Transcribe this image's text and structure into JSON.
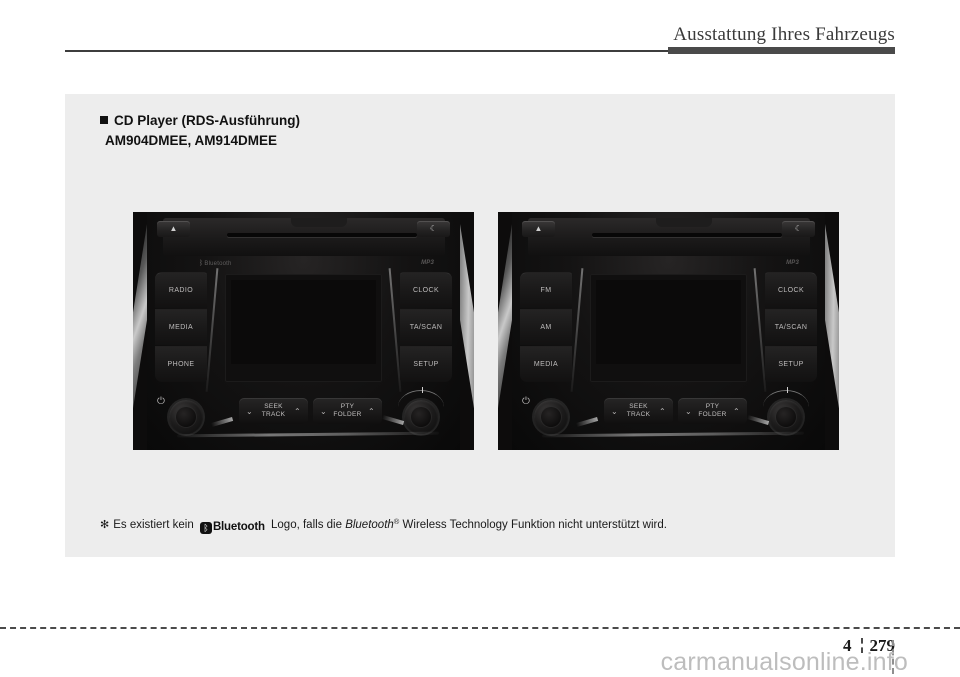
{
  "header": {
    "title": "Ausstattung Ihres Fahrzeugs"
  },
  "section": {
    "title": "CD Player (RDS-Ausführung)",
    "subtitle": "AM904DMEE, AM914DMEE"
  },
  "units": [
    {
      "name": "AM904DMEE",
      "eject_label": "▲",
      "phone_label": "☾",
      "top_left_logo": "Bluetooth",
      "top_right_logo": "MP3",
      "has_bluetooth_logo": true,
      "left_buttons": [
        "RADIO",
        "MEDIA",
        "PHONE"
      ],
      "right_buttons": [
        "CLOCK",
        "TA/SCAN",
        "SETUP"
      ],
      "mid_buttons": [
        {
          "line1": "SEEK",
          "line2": "TRACK",
          "left_chevron": "⌄",
          "right_chevron": "⌃"
        },
        {
          "line1": "PTY",
          "line2": "FOLDER",
          "left_chevron": "⌄",
          "right_chevron": "⌃"
        }
      ],
      "power_icon": "⏻"
    },
    {
      "name": "AM914DMEE",
      "eject_label": "▲",
      "phone_label": "☾",
      "top_left_logo": "",
      "top_right_logo": "MP3",
      "has_bluetooth_logo": false,
      "left_buttons": [
        "FM",
        "AM",
        "MEDIA"
      ],
      "right_buttons": [
        "CLOCK",
        "TA/SCAN",
        "SETUP"
      ],
      "mid_buttons": [
        {
          "line1": "SEEK",
          "line2": "TRACK",
          "left_chevron": "⌄",
          "right_chevron": "⌃"
        },
        {
          "line1": "PTY",
          "line2": "FOLDER",
          "left_chevron": "⌄",
          "right_chevron": "⌃"
        }
      ],
      "power_icon": "⏻"
    }
  ],
  "footnote": {
    "asterisk": "✻",
    "part1": "Es existiert kein",
    "logo_mark": "ᛒ",
    "logo_word": "Bluetooth",
    "part2": "Logo, falls die",
    "brand_italic": "Bluetooth",
    "registered": "®",
    "part3": "Wireless Technology Funktion nicht unterstützt wird."
  },
  "footer": {
    "chapter": "4",
    "page": "279",
    "watermark": "carmanualsonline.info"
  },
  "colors": {
    "panel_gray": "#ededed",
    "ink": "#111111",
    "rule_dark": "#3d3d3d",
    "watermark_gray": "#bdbdbd"
  }
}
